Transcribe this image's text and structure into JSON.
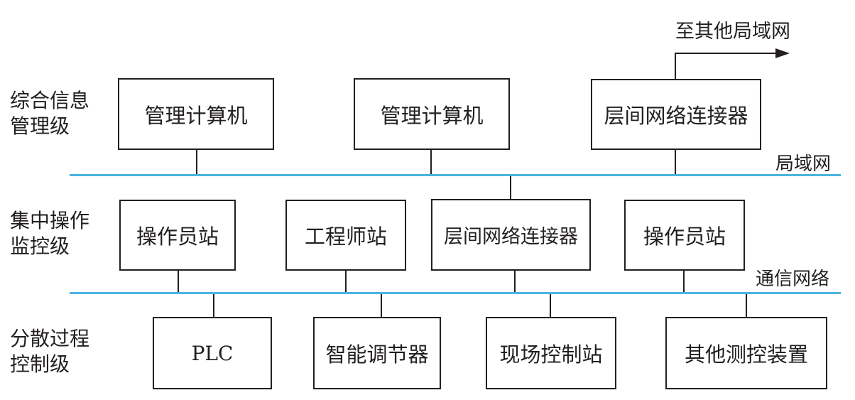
{
  "colors": {
    "bus": "#4bb4e0",
    "line": "#231f20"
  },
  "levels": {
    "info": [
      "综合信息",
      "管理级"
    ],
    "ops": [
      "集中操作",
      "监控级"
    ],
    "control": [
      "分散过程",
      "控制级"
    ]
  },
  "networks": {
    "lan": "局域网",
    "comm": "通信网络"
  },
  "external": "至其他局域网",
  "tier1": [
    "管理计算机",
    "管理计算机",
    "层间网络连接器"
  ],
  "tier2": [
    "操作员站",
    "工程师站",
    "层间网络连接器",
    "操作员站"
  ],
  "tier3": [
    "PLC",
    "智能调节器",
    "现场控制站",
    "其他测控装置"
  ]
}
